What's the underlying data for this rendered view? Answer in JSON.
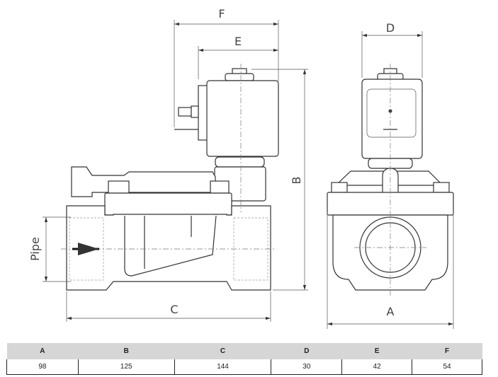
{
  "labels": {
    "a": "A",
    "b": "B",
    "c": "C",
    "d": "D",
    "e": "E",
    "f": "F",
    "pipe": "Pipe"
  },
  "table": {
    "headers": [
      "A",
      "B",
      "C",
      "D",
      "E",
      "F"
    ],
    "values": [
      "98",
      "125",
      "144",
      "30",
      "42",
      "54"
    ]
  }
}
